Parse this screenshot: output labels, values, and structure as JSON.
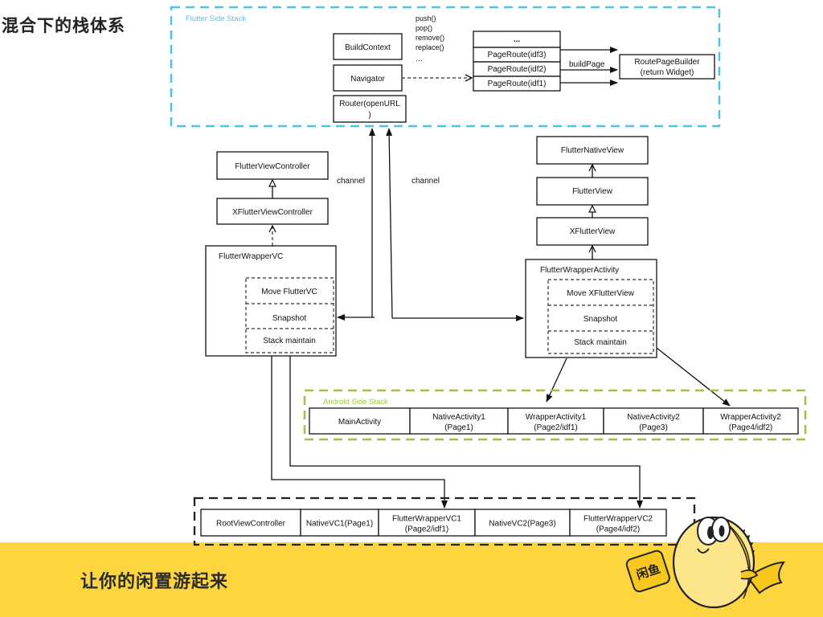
{
  "page": {
    "title": "混合下的栈体系",
    "slogan": "让你的闲置游起来",
    "brand_badge": "闲鱼",
    "colors": {
      "flutter_stack_border": "#4fc1ea",
      "android_stack_border": "#9bc53d",
      "ios_stack_border": "#222222",
      "footer_background": "#fdd53e"
    }
  },
  "flutter_side_stack": {
    "label": "Flutter Side Stack",
    "build_context": "BuildContext",
    "navigator": "Navigator",
    "router_line1": "Router(openURL",
    "router_line2": ")",
    "navigator_methods": [
      "push()",
      "pop()",
      "remove()",
      "replace()",
      "…"
    ],
    "page_routes": [
      "...",
      "PageRoute(idf3)",
      "PageRoute(idf2)",
      "PageRoute(idf1)"
    ],
    "build_page_label": "buildPage",
    "route_page_builder_line1": "RoutePageBuilder",
    "route_page_builder_line2": "(return Widget)"
  },
  "channels": {
    "left_label": "channel",
    "right_label": "channel"
  },
  "ios_side": {
    "flutter_view_controller": "FlutterViewController",
    "x_flutter_view_controller": "XFlutterViewController",
    "wrapper_title": "FlutterWrapperVC",
    "wrapper_items": [
      "Move FlutterVC",
      "Snapshot",
      "Stack maintain"
    ]
  },
  "android_side": {
    "flutter_native_view": "FlutterNativeView",
    "flutter_view": "FlutterView",
    "x_flutter_view": "XFlutterView",
    "wrapper_title": "FlutterWrapperActivity",
    "wrapper_items": [
      "Move XFlutterView",
      "Snapshot",
      "Stack maintain"
    ]
  },
  "android_side_stack": {
    "label": "Android Side Stack",
    "cells": [
      {
        "line1": "MainActivity",
        "line2": ""
      },
      {
        "line1": "NativeActivity1",
        "line2": "(Page1)"
      },
      {
        "line1": "WrapperActivity1",
        "line2": "(Page2/idf1)"
      },
      {
        "line1": "NativeActivity2",
        "line2": "(Page3)"
      },
      {
        "line1": "WrapperActivity2",
        "line2": "(Page4/idf2)"
      }
    ]
  },
  "ios_side_stack": {
    "cells": [
      {
        "line1": "RootViewController",
        "line2": ""
      },
      {
        "line1": "NativeVC1(Page1)",
        "line2": ""
      },
      {
        "line1": "FlutterWrapperVC1",
        "line2": "(Page2/idf1)"
      },
      {
        "line1": "NativeVC2(Page3)",
        "line2": ""
      },
      {
        "line1": "FlutterWrapperVC2",
        "line2": "(Page4/idf2)"
      }
    ]
  }
}
